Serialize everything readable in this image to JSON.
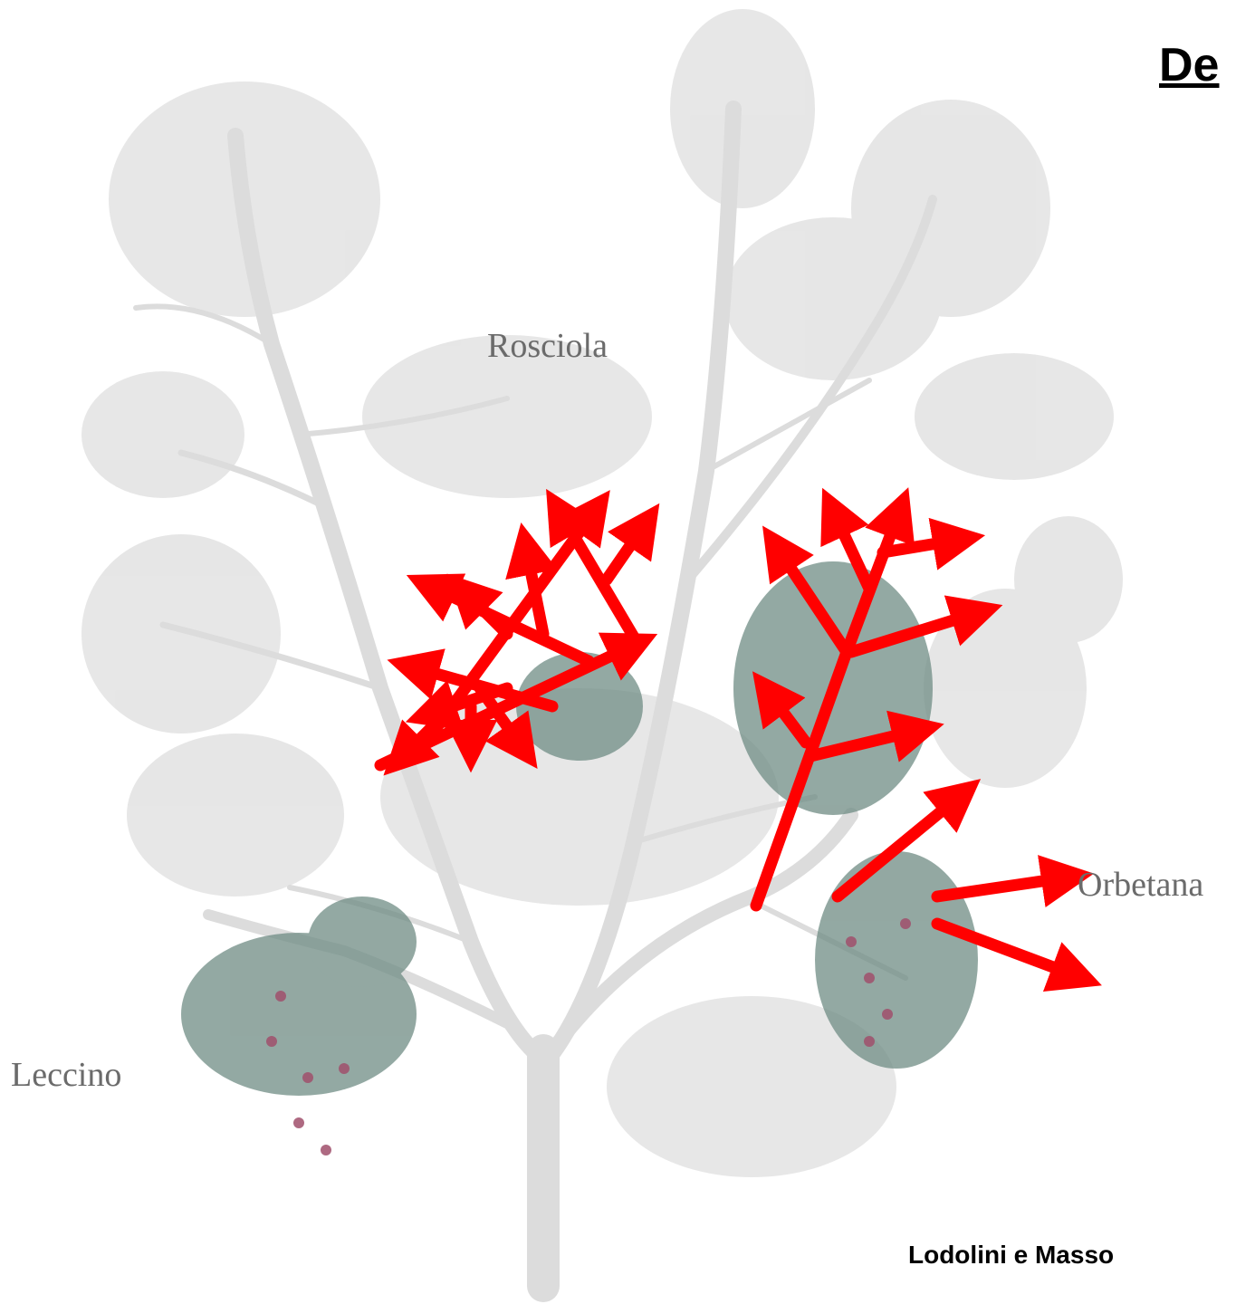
{
  "slide": {
    "title": "De",
    "credit": "Lodolini e Masso"
  },
  "tree": {
    "labels": {
      "rosciola": "Rosciola",
      "orbetana": "Orbetana",
      "leccino": "Leccino"
    }
  },
  "colors": {
    "arrow": "#ff0000",
    "branch": "#dcdcdc",
    "foliage_faded": "#e2e2e2",
    "foliage_green": "#6f8c84",
    "fruit": "#a0506c",
    "label_text": "#6b6b6b"
  }
}
